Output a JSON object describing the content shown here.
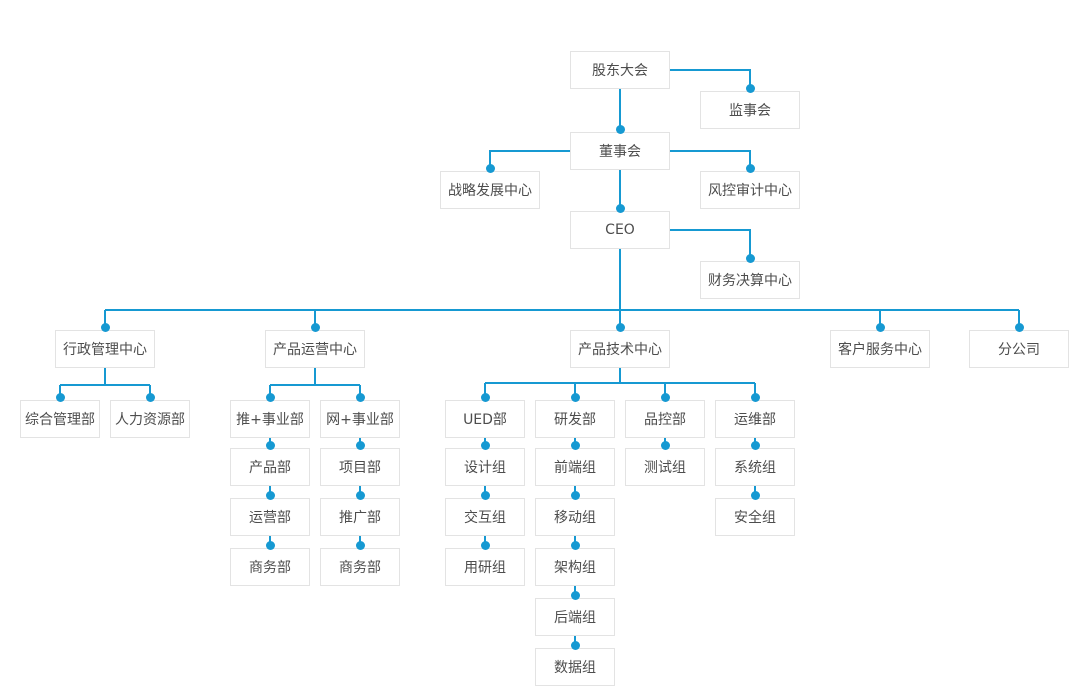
{
  "org": {
    "root": "shareholders",
    "nodes": {
      "shareholders": "股东大会",
      "supervisory": "监事会",
      "board": "董事会",
      "strategy": "战略发展中心",
      "risk_audit": "风控审计中心",
      "ceo": "CEO",
      "finance": "财务决算中心",
      "admin_center": "行政管理中心",
      "product_ops_center": "产品运营中心",
      "product_tech_center": "产品技术中心",
      "customer_service_center": "客户服务中心",
      "branch_company": "分公司",
      "general_admin": "综合管理部",
      "hr": "人力资源部",
      "tui_division": "推+事业部",
      "wang_division": "网+事业部",
      "product_dept": "产品部",
      "project_dept": "项目部",
      "operations_dept": "运营部",
      "promotion_dept": "推广部",
      "business_dept_1": "商务部",
      "business_dept_2": "商务部",
      "ued_dept": "UED部",
      "rd_dept": "研发部",
      "qc_dept": "品控部",
      "ops_maintenance_dept": "运维部",
      "design_group": "设计组",
      "frontend_group": "前端组",
      "testing_group": "测试组",
      "system_group": "系统组",
      "interaction_group": "交互组",
      "mobile_group": "移动组",
      "security_group": "安全组",
      "user_research_group": "用研组",
      "architecture_group": "架构组",
      "backend_group": "后端组",
      "data_group": "数据组"
    },
    "edges": [
      [
        "shareholders",
        "supervisory"
      ],
      [
        "shareholders",
        "board"
      ],
      [
        "board",
        "strategy"
      ],
      [
        "board",
        "risk_audit"
      ],
      [
        "board",
        "ceo"
      ],
      [
        "ceo",
        "finance"
      ],
      [
        "ceo",
        "admin_center"
      ],
      [
        "ceo",
        "product_ops_center"
      ],
      [
        "ceo",
        "product_tech_center"
      ],
      [
        "ceo",
        "customer_service_center"
      ],
      [
        "ceo",
        "branch_company"
      ],
      [
        "admin_center",
        "general_admin"
      ],
      [
        "admin_center",
        "hr"
      ],
      [
        "product_ops_center",
        "tui_division"
      ],
      [
        "product_ops_center",
        "wang_division"
      ],
      [
        "tui_division",
        "product_dept"
      ],
      [
        "product_dept",
        "operations_dept"
      ],
      [
        "operations_dept",
        "business_dept_1"
      ],
      [
        "wang_division",
        "project_dept"
      ],
      [
        "project_dept",
        "promotion_dept"
      ],
      [
        "promotion_dept",
        "business_dept_2"
      ],
      [
        "product_tech_center",
        "ued_dept"
      ],
      [
        "product_tech_center",
        "rd_dept"
      ],
      [
        "product_tech_center",
        "qc_dept"
      ],
      [
        "product_tech_center",
        "ops_maintenance_dept"
      ],
      [
        "ued_dept",
        "design_group"
      ],
      [
        "design_group",
        "interaction_group"
      ],
      [
        "interaction_group",
        "user_research_group"
      ],
      [
        "rd_dept",
        "frontend_group"
      ],
      [
        "frontend_group",
        "mobile_group"
      ],
      [
        "mobile_group",
        "architecture_group"
      ],
      [
        "architecture_group",
        "backend_group"
      ],
      [
        "backend_group",
        "data_group"
      ],
      [
        "qc_dept",
        "testing_group"
      ],
      [
        "ops_maintenance_dept",
        "system_group"
      ],
      [
        "system_group",
        "security_group"
      ]
    ],
    "colors": {
      "connector": "#1699d2",
      "node_border": "#e3e3e3",
      "node_text": "#4d4d4d",
      "node_background": "#ffffff"
    }
  }
}
